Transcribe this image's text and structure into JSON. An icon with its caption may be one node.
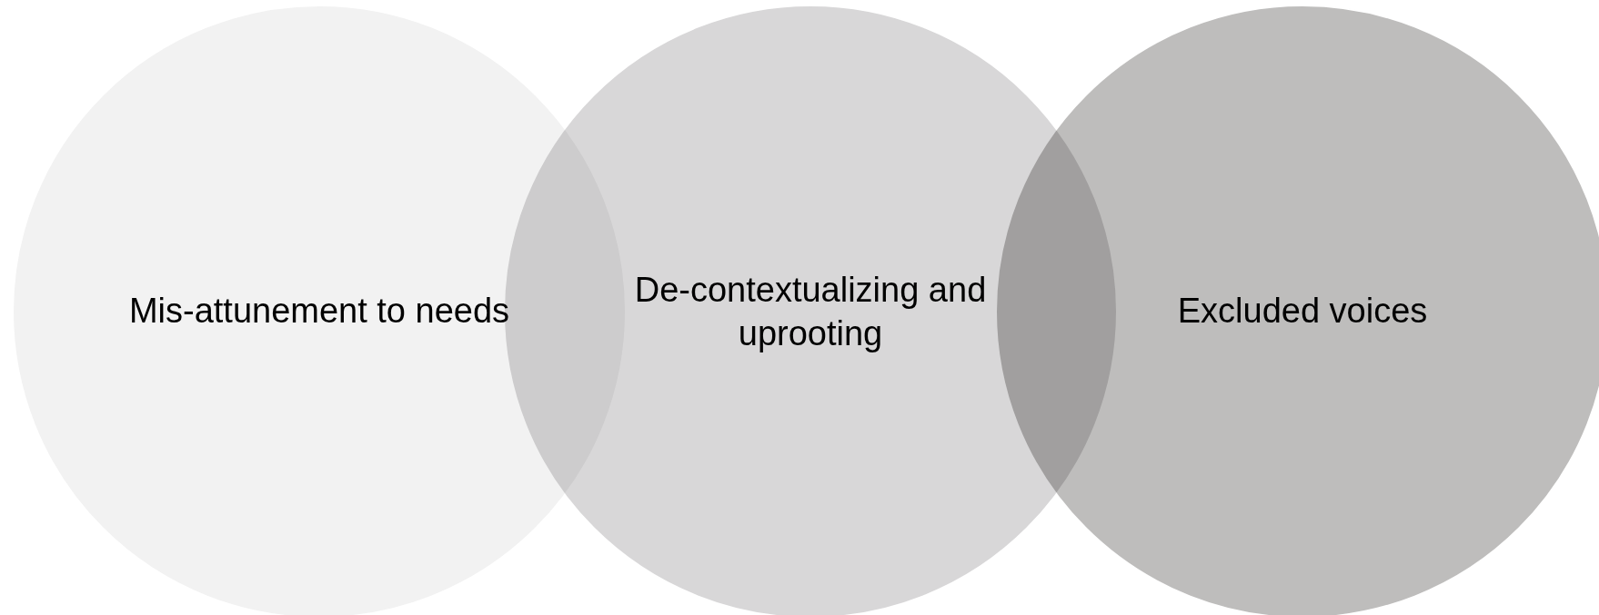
{
  "diagram": {
    "nodes": [
      {
        "text": [
          "Mis-attunement to needs"
        ]
      },
      {
        "text": [
          "De-contextualizing and uprooting"
        ]
      },
      {
        "text": [
          "Excluded voices"
        ]
      }
    ]
  }
}
